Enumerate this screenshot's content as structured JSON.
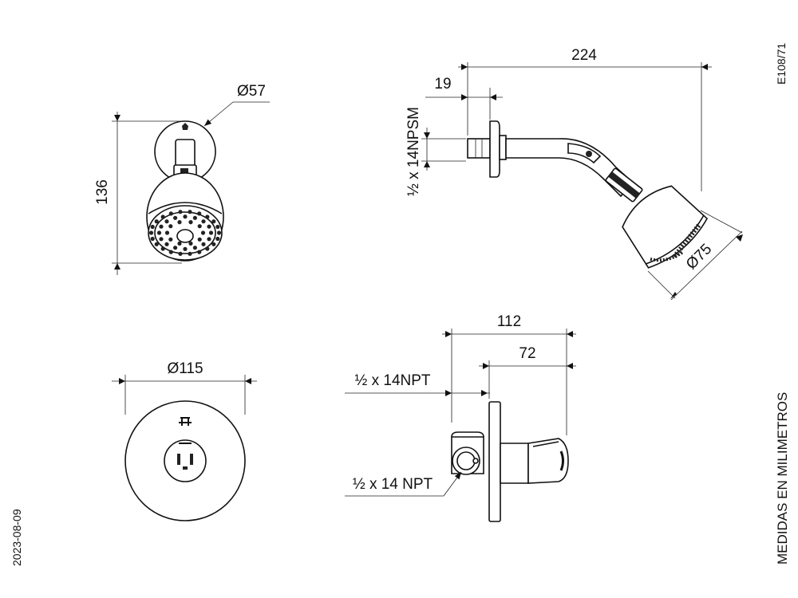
{
  "dimensions": {
    "front_height": "136",
    "front_diameter": "Ø57",
    "side_length": "224",
    "side_flange": "19",
    "thread_npsm": "½ x 14NPSM",
    "head_diameter": "Ø75",
    "valve_plate_diameter": "Ø115",
    "valve_depth_total": "112",
    "valve_depth_handle": "72",
    "valve_thread_top": "½ x 14NPT",
    "valve_thread_bottom": "½ x 14 NPT"
  },
  "footer": {
    "code": "E108/71",
    "date": "2023-08-09",
    "units_note": "MEDIDAS EN MILIMETROS"
  }
}
